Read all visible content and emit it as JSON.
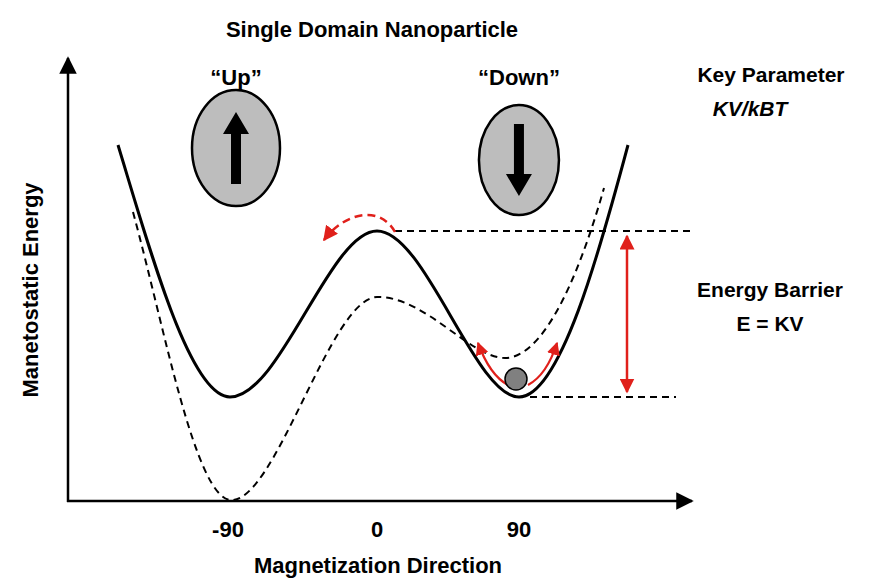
{
  "diagram": {
    "title": "Single Domain Nanoparticle",
    "nodes": [
      {
        "text": [
          "“Up”"
        ]
      },
      {
        "text": [
          "“Down”"
        ]
      }
    ],
    "labels": [
      "Key Parameter",
      "KV/kBT",
      "Energy Barrier",
      "E = KV",
      "Manetostatic Energy",
      "Magnetization Direction",
      "-90",
      "0",
      "90"
    ]
  }
}
